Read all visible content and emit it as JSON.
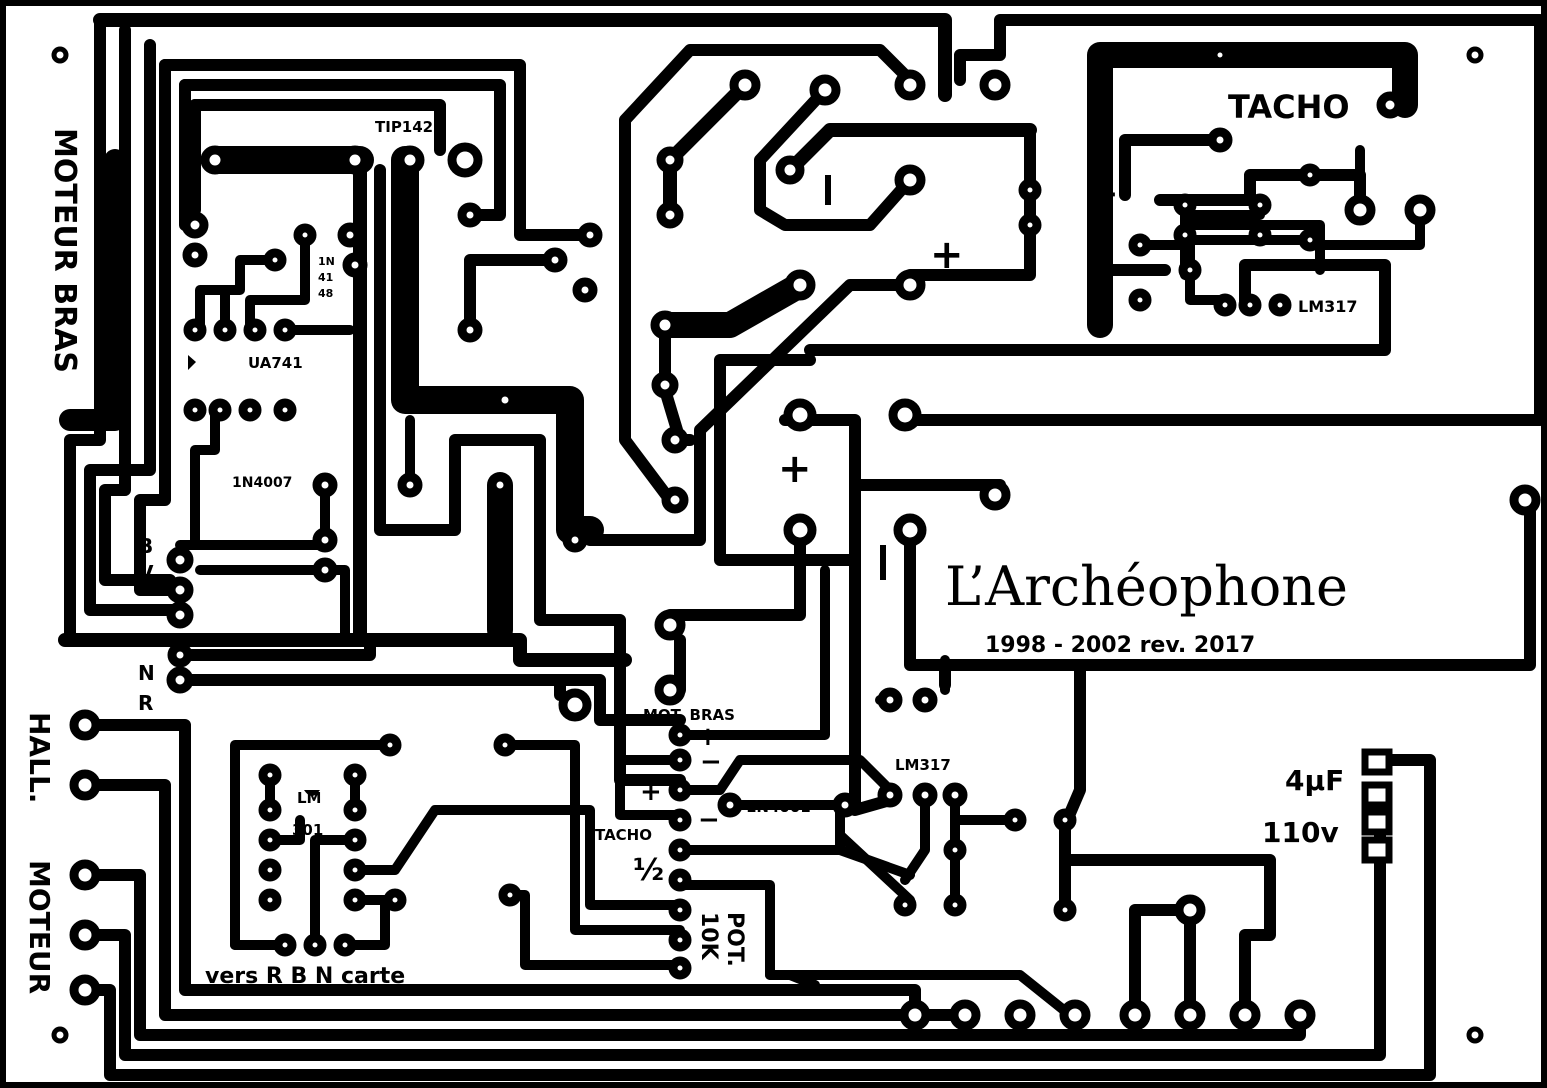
{
  "board": {
    "title": "L’Archéophone",
    "years": "1998 - 2002 rev. 2017",
    "labels": {
      "moteur_bras": "MOTEUR BRAS",
      "hall": "HALL.",
      "moteur": "MOTEUR",
      "tip142": "TIP142",
      "n4148_a": "1N",
      "n4148_b": "41",
      "n4148_c": "48",
      "ua741": "UA741",
      "n4007": "1N4007",
      "b": "B",
      "v": "V",
      "n": "N",
      "r": "R",
      "tacho_top": "TACHO",
      "lm317_top": "LM317",
      "plus_tacho": "+",
      "plus_center": "+",
      "plus_left": "+",
      "mot_bras": "MOT. BRAS",
      "plus_motbras": "+",
      "minus_motbras": "−",
      "plus_tacho_conn": "+",
      "minus_tacho_conn": "−",
      "tacho_conn": "TACHO",
      "half": "½",
      "pot": "POT.",
      "pot_val": "10K",
      "lm301_a": "LM",
      "lm301_b": "301",
      "vers": "vers R B N carte",
      "n4001": "1N4001",
      "lm317_mid": "LM317",
      "cap_val": "4µF",
      "cap_volt": "110v"
    }
  },
  "colors": {
    "copper": "#000000",
    "substrate": "#ffffff"
  }
}
